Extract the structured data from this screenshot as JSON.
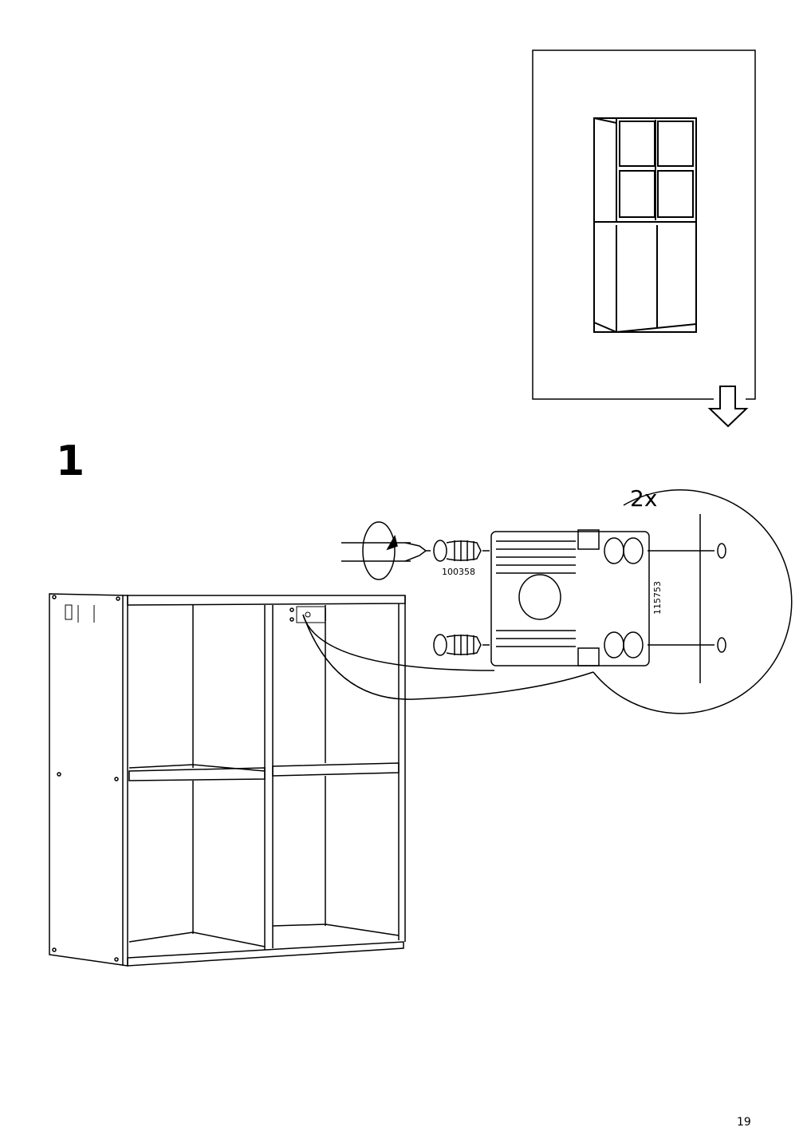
{
  "step": {
    "number": "1"
  },
  "callout": {
    "quantity": "2x"
  },
  "parts": [
    {
      "id": "100358"
    },
    {
      "id": "115753"
    }
  ],
  "page": {
    "number": "19"
  },
  "icons": [
    "overview-cabinet-icon",
    "down-arrow-icon",
    "screwdriver-icon",
    "screw-icon",
    "bracket-icon",
    "magnifier-callout-icon",
    "shelf-unit-icon"
  ]
}
